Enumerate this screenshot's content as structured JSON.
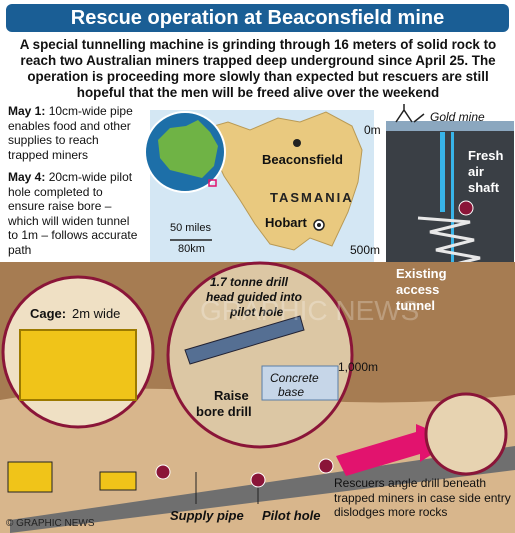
{
  "header": {
    "title": "Rescue operation at Beaconsfield mine",
    "intro": "A special tunnelling machine is grinding through 16 meters of solid rock to reach two Australian miners trapped deep underground since April 25. The operation is proceeding more slowly than expected but rescuers are still hopeful that the men will be freed alive over the weekend",
    "bar_color": "#1a5e95"
  },
  "notes": [
    {
      "date": "May 1:",
      "text": "10cm-wide pipe enables food and other supplies to reach trapped miners"
    },
    {
      "date": "May 4:",
      "text": "20cm-wide pilot hole completed to ensure raise bore – which will widen tunnel to 1m – follows accurate path"
    }
  ],
  "map": {
    "region": "TASMANIA",
    "places": [
      "Beaconsfield",
      "Hobart"
    ],
    "scale_miles": "50 miles",
    "scale_km": "80km"
  },
  "depth": {
    "mine_label": "Gold mine",
    "ticks": [
      "0m",
      "500m",
      "1,000m"
    ],
    "fresh_air": [
      "Fresh",
      "air",
      "shaft"
    ],
    "access_tunnel": [
      "Existing",
      "access",
      "tunnel"
    ]
  },
  "drill": {
    "callout": [
      "1.7 tonne drill",
      "head guided into",
      "pilot hole"
    ],
    "concrete": [
      "Concrete",
      "base"
    ],
    "name": [
      "Raise",
      "bore drill"
    ]
  },
  "cage": {
    "label": "Cage:",
    "size": "2m wide"
  },
  "bottom": {
    "supply_pipe": "Supply pipe",
    "pilot_hole": "Pilot hole",
    "rescuers_note": "Rescuers angle drill beneath trapped miners in case side entry dislodges more rocks",
    "credit": "© GRAPHIC NEWS"
  },
  "watermark": "GRAPHIC NEWS"
}
